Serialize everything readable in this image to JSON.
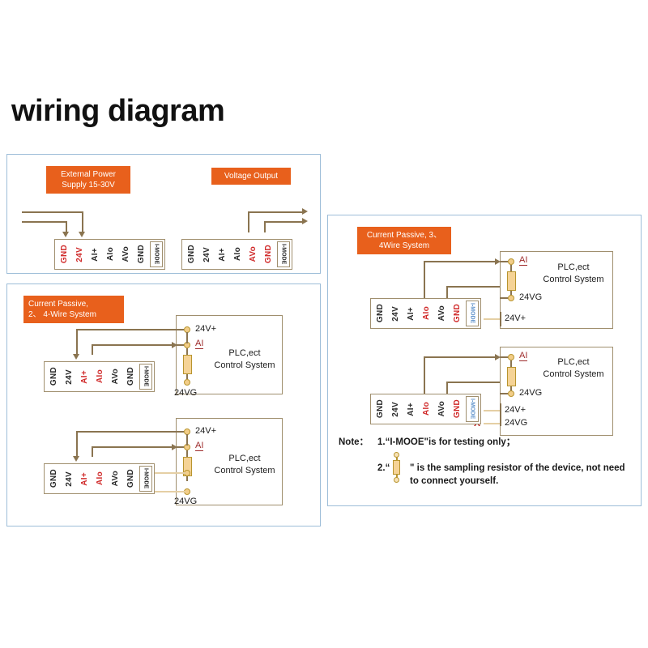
{
  "page": {
    "title": "wiring diagram",
    "accent_orange": "#e8601c",
    "panel_border": "#9dbdd8",
    "wire_color": "#8a7450",
    "terminal_border": "#a08f6e",
    "red_label": "#d02a2a"
  },
  "terminal_labels": {
    "gnd": "GND",
    "v24": "24V",
    "ai_plus": "AI+",
    "aio": "AIo",
    "avo": "AVo",
    "gnd2": "GND",
    "imode": "I-MODE"
  },
  "panels": {
    "top_left": {
      "captions": [
        {
          "text": "External Power\nSupply 15-30V"
        },
        {
          "text": "Voltage Output"
        }
      ],
      "terminal_block_left": {
        "terminals": [
          {
            "label": "GND",
            "highlight": "red"
          },
          {
            "label": "24V",
            "highlight": "red"
          },
          {
            "label": "AI+",
            "highlight": "none"
          },
          {
            "label": "AIo",
            "highlight": "none"
          },
          {
            "label": "AVo",
            "highlight": "none"
          },
          {
            "label": "GND",
            "highlight": "none"
          },
          {
            "label": "I-MODE",
            "highlight": "none"
          }
        ]
      },
      "terminal_block_right": {
        "terminals": [
          {
            "label": "GND",
            "highlight": "none"
          },
          {
            "label": "24V",
            "highlight": "none"
          },
          {
            "label": "AI+",
            "highlight": "none"
          },
          {
            "label": "AIo",
            "highlight": "none"
          },
          {
            "label": "AVo",
            "highlight": "red"
          },
          {
            "label": "GND",
            "highlight": "red"
          },
          {
            "label": "I-MODE",
            "highlight": "none"
          }
        ]
      }
    },
    "mid_left": {
      "caption": "Current Passive,\n2、  4-Wire System",
      "diagram_upper": {
        "terminals": [
          {
            "label": "GND",
            "highlight": "none"
          },
          {
            "label": "24V",
            "highlight": "none"
          },
          {
            "label": "AI+",
            "highlight": "red"
          },
          {
            "label": "AIo",
            "highlight": "red"
          },
          {
            "label": "AVo",
            "highlight": "none"
          },
          {
            "label": "GND",
            "highlight": "none"
          },
          {
            "label": "I-MODE",
            "highlight": "none"
          }
        ],
        "plc_title": "PLC,ect\nControl System",
        "pins": [
          "24V+",
          "AI",
          "24VG"
        ]
      },
      "diagram_lower": {
        "terminals": [
          {
            "label": "GND",
            "highlight": "none"
          },
          {
            "label": "24V",
            "highlight": "none"
          },
          {
            "label": "AI+",
            "highlight": "red"
          },
          {
            "label": "AIo",
            "highlight": "red"
          },
          {
            "label": "AVo",
            "highlight": "none"
          },
          {
            "label": "GND",
            "highlight": "none"
          },
          {
            "label": "I-MODE",
            "highlight": "none"
          }
        ],
        "plc_title": "PLC,ect\nControl System",
        "pins": [
          "24V+",
          "AI",
          "24VG"
        ]
      }
    },
    "right": {
      "caption": "Current Passive, 3、\n4Wire System",
      "diagram_upper": {
        "terminals": [
          {
            "label": "GND",
            "highlight": "none"
          },
          {
            "label": "24V",
            "highlight": "none"
          },
          {
            "label": "AI+",
            "highlight": "none"
          },
          {
            "label": "AIo",
            "highlight": "red"
          },
          {
            "label": "AVo",
            "highlight": "none"
          },
          {
            "label": "GND",
            "highlight": "red"
          },
          {
            "label": "I-MODE",
            "highlight": "blue"
          }
        ],
        "plc_title": "PLC,ect\nControl System",
        "pins": [
          "AI",
          "24VG"
        ],
        "disconnected": [
          {
            "mark": "X",
            "label": "24V+"
          }
        ]
      },
      "diagram_lower": {
        "terminals": [
          {
            "label": "GND",
            "highlight": "none"
          },
          {
            "label": "24V",
            "highlight": "none"
          },
          {
            "label": "AI+",
            "highlight": "none"
          },
          {
            "label": "AIo",
            "highlight": "red"
          },
          {
            "label": "AVo",
            "highlight": "none"
          },
          {
            "label": "GND",
            "highlight": "red"
          },
          {
            "label": "I-MODE",
            "highlight": "blue"
          }
        ],
        "plc_title": "PLC,ect\nControl System",
        "pins": [
          "AI",
          "24VG"
        ],
        "disconnected": [
          {
            "mark": "X",
            "label": "24V+"
          },
          {
            "mark": "X",
            "label": "24VG"
          }
        ]
      },
      "note": {
        "head": "Note：",
        "item1": "1.“I-MOOE\"is for testing only；",
        "item2_num": "2.“",
        "item2_rest": "\" is the sampling resistor of the device, not need to connect yourself."
      }
    }
  }
}
